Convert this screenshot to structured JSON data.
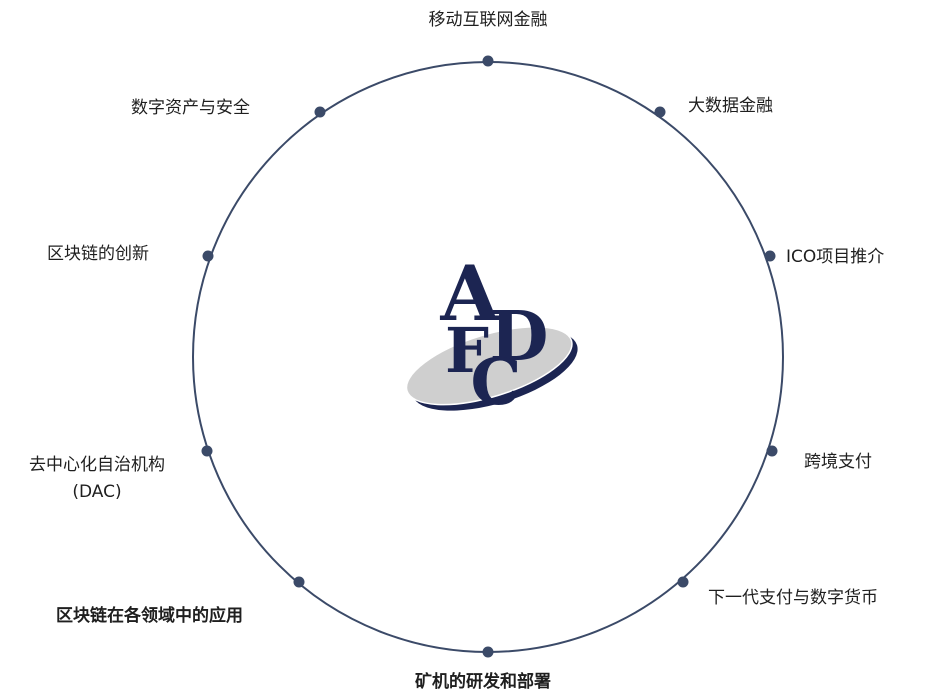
{
  "diagram": {
    "accent_color": "#3b4a68",
    "logo": {
      "letters": [
        "A",
        "F",
        "D",
        "C"
      ],
      "navy": "#1c2552",
      "gray": "#cfcfcf"
    },
    "nodes": [
      {
        "id": "top",
        "label": "移动互联网金融"
      },
      {
        "id": "ur",
        "label": "大数据金融"
      },
      {
        "id": "rr",
        "label": "ICO项目推介"
      },
      {
        "id": "lr",
        "label": "跨境支付"
      },
      {
        "id": "br",
        "label": "下一代支付与数字货币"
      },
      {
        "id": "bottom",
        "label": "矿机的研发和部署"
      },
      {
        "id": "bl",
        "label": "区块链在各领域中的应用"
      },
      {
        "id": "ll",
        "label": "去中心化自治机构",
        "label2": "(DAC)"
      },
      {
        "id": "ul",
        "label": "区块链的创新"
      },
      {
        "id": "tl",
        "label": "数字资产与安全"
      }
    ]
  }
}
